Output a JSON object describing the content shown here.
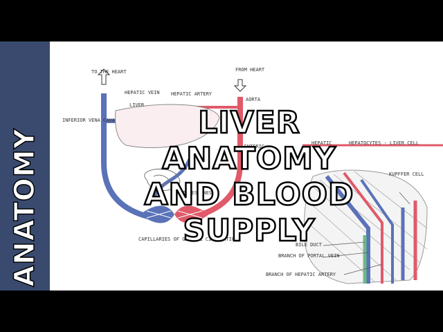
{
  "side_label": "ANATOMY",
  "title": {
    "line1": "LIVER ANATOMY",
    "line2": "AND BLOOD SUPPLY"
  },
  "labels": {
    "to_the_heart": "TO THE HEART",
    "from_heart": "FROM HEART",
    "hepatic_vein": "HEPATIC VEIN",
    "hepatic_artery": "HEPATIC ARTERY",
    "aorta": "AORTA",
    "liver": "LIVER",
    "inferior_vena_cava": "INFERIOR VENA CAVA",
    "mesenteric": "...ENTERIC",
    "hepatic_right": "HEPATIC",
    "hepatocytes": "HEPATOCYTES - LIVER CELL",
    "kupffer": "KUPFFER CELL",
    "intestines": "INTESTINES",
    "capillaries": "CAPILLARIES OF GENERAL CIRCULATION",
    "bile_duct": "BILE DUCT",
    "branch_portal": "BRANCH OF PORTAL VEIN",
    "branch_hepatic": "BRANCH OF HEPATIC ARTERY"
  },
  "colors": {
    "side_bar": "#3a4a6e",
    "vein": "#5a72b8",
    "artery": "#e05a6a",
    "bile": "#6fb88a"
  }
}
